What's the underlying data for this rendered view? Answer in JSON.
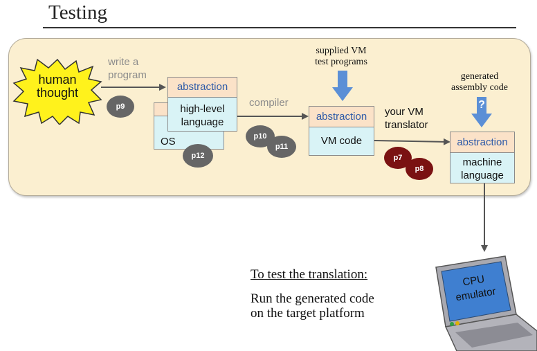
{
  "slide": {
    "title": "Testing"
  },
  "diagram": {
    "human_thought": "human\nthought",
    "write_a_program": "write a\nprogram",
    "abstraction": "abstraction",
    "high_level_language": "high-level\nlanguage",
    "os": "OS",
    "compiler": "compiler",
    "vm_code": "VM code",
    "supplied_vm": "supplied VM\ntest programs",
    "your_vm_translator": "your VM\ntranslator",
    "generated_assembly": "generated\nassembly code",
    "question_mark": "?",
    "machine_language": "machine\nlanguage",
    "badges": {
      "p9": "p9",
      "p12": "p12",
      "p10": "p10",
      "p11": "p11",
      "p7": "p7",
      "p8": "p8"
    }
  },
  "notes": {
    "heading": "To test the translation:",
    "line1": "Run the generated code",
    "line2": "on the target platform"
  },
  "computer": {
    "screen_text": "CPU\nemulator"
  },
  "colors": {
    "panel": "#fbefd0",
    "box": "#d9f3f6",
    "header": "#fbe2c8",
    "accent_text": "#2e5aa8",
    "arrow": "#555555",
    "blue_arrow": "#5b8fd6",
    "badge_gray": "#666666",
    "badge_red": "#7a1212"
  }
}
